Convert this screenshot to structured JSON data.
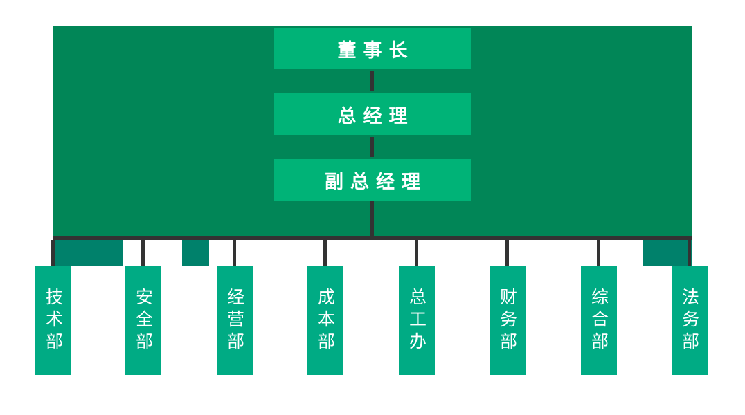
{
  "org": {
    "levels": [
      {
        "label": "董事长"
      },
      {
        "label": "总经理"
      },
      {
        "label": "副总经理"
      }
    ],
    "departments": [
      {
        "label": "技术部"
      },
      {
        "label": "安全部"
      },
      {
        "label": "经营部"
      },
      {
        "label": "成本部"
      },
      {
        "label": "总工办"
      },
      {
        "label": "财务部"
      },
      {
        "label": "综合部"
      },
      {
        "label": "法务部"
      }
    ]
  },
  "colors": {
    "banner": "#018657",
    "node": "#00b377",
    "dept_node": "#00ab84",
    "patch": "#00816b",
    "connector": "#333333",
    "text": "#ffffff",
    "background": "#ffffff"
  }
}
